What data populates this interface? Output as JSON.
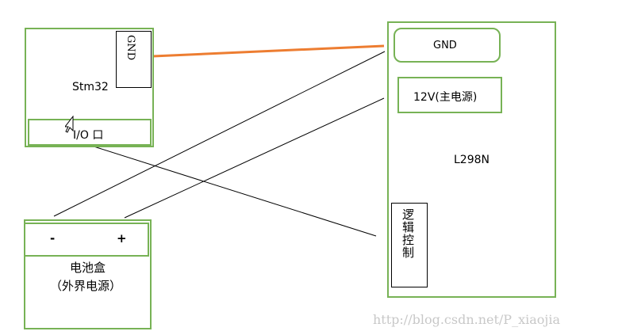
{
  "stm32": {
    "label": "Stm32",
    "gnd_label": "GND",
    "io_label": "I/O 口"
  },
  "l298n": {
    "label": "L298N",
    "gnd_label": "GND",
    "power_label": "12V(主电源)",
    "logic_label": "逻辑控制"
  },
  "battery": {
    "minus": "-",
    "plus": "+",
    "label": "电池盒",
    "sublabel": "（外界电源）"
  },
  "watermark": "http://blog.csdn.net/P_xiaojia",
  "colors": {
    "box_border": "#77b255",
    "gnd_wire": "#ed7d31",
    "wire": "#000000"
  }
}
